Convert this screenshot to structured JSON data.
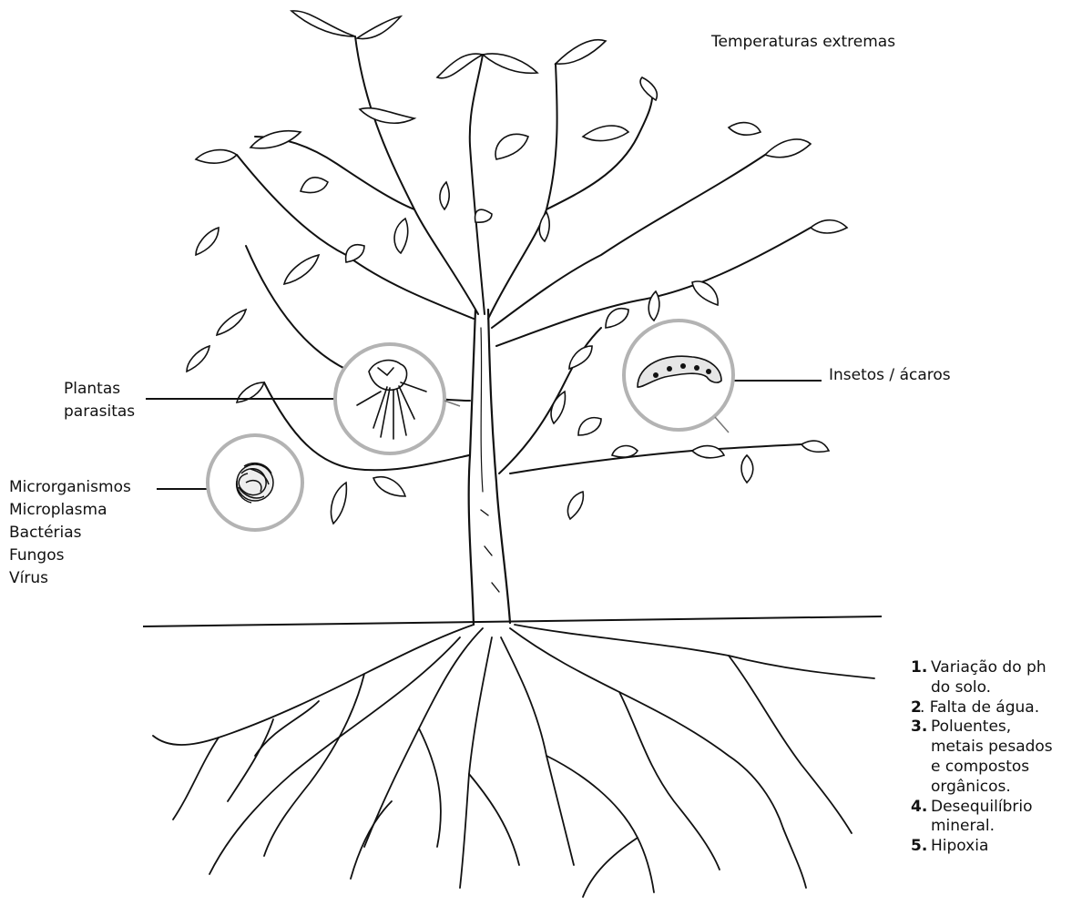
{
  "labels": {
    "temperature": "Temperaturas extremas",
    "parasitic_plants": [
      "Plantas",
      "parasitas"
    ],
    "insects": "Insetos / ácaros",
    "microorganisms": [
      "Microrganismos",
      "Microplasma",
      "Bactérias",
      "Fungos",
      "Vírus"
    ]
  },
  "soil_factors": [
    {
      "num": "1.",
      "text": "Variação do ph\ndo solo."
    },
    {
      "num": "2",
      "text": ". Falta de água."
    },
    {
      "num": "3.",
      "text": "Poluentes,\nmetais pesados\ne compostos\norgânicos."
    },
    {
      "num": "4.",
      "text": "Desequilíbrio\nmineral."
    },
    {
      "num": "5.",
      "text": "Hipoxia"
    }
  ],
  "colors": {
    "ink": "#111111",
    "callout_ring": "#b3b3b3",
    "background": "#ffffff"
  },
  "icons": [
    "tree-illustration",
    "parasitic-plant-icon",
    "microorganism-icon",
    "caterpillar-icon"
  ]
}
